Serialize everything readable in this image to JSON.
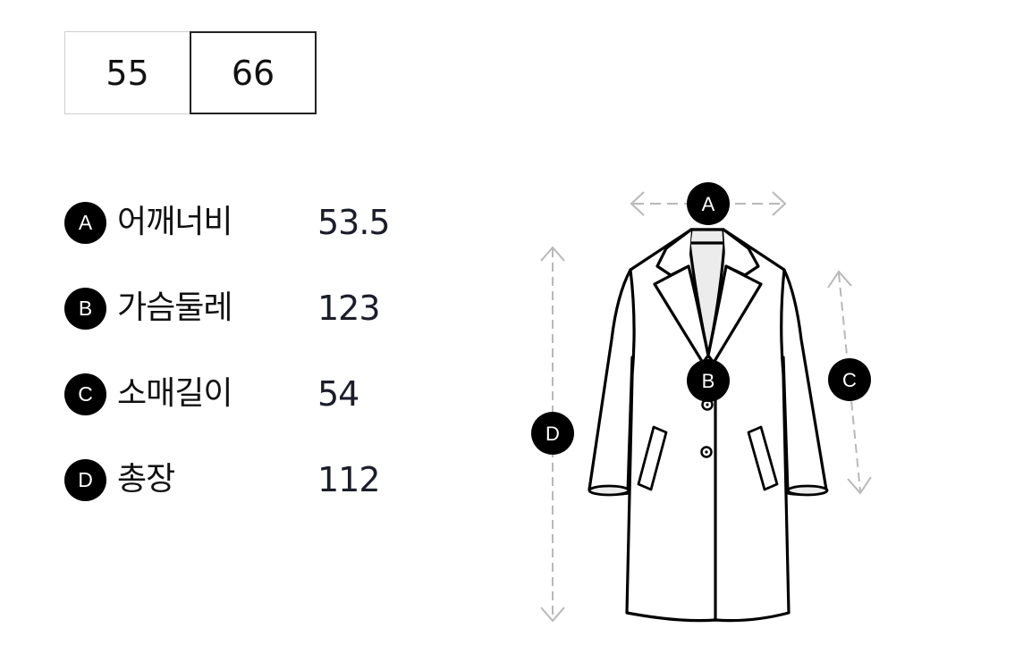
{
  "size_tabs": [
    {
      "label": "55",
      "selected": false
    },
    {
      "label": "66",
      "selected": true
    }
  ],
  "measurements": [
    {
      "key": "A",
      "label": "어깨너비",
      "value": "53.5"
    },
    {
      "key": "B",
      "label": "가슴둘레",
      "value": "123"
    },
    {
      "key": "C",
      "label": "소매길이",
      "value": "54"
    },
    {
      "key": "D",
      "label": "총장",
      "value": "112"
    }
  ],
  "diagram": {
    "item": "coat",
    "markers": [
      {
        "key": "A",
        "meaning": "shoulder-width"
      },
      {
        "key": "B",
        "meaning": "chest-circumference"
      },
      {
        "key": "C",
        "meaning": "sleeve-length"
      },
      {
        "key": "D",
        "meaning": "total-length"
      }
    ]
  },
  "colors": {
    "badge_bg": "#000000",
    "badge_text": "#ffffff",
    "active_border": "#222222",
    "inactive_border": "#cfcfcf",
    "dashed_line": "#b8b8b8",
    "coat_lining": "#ececec"
  }
}
